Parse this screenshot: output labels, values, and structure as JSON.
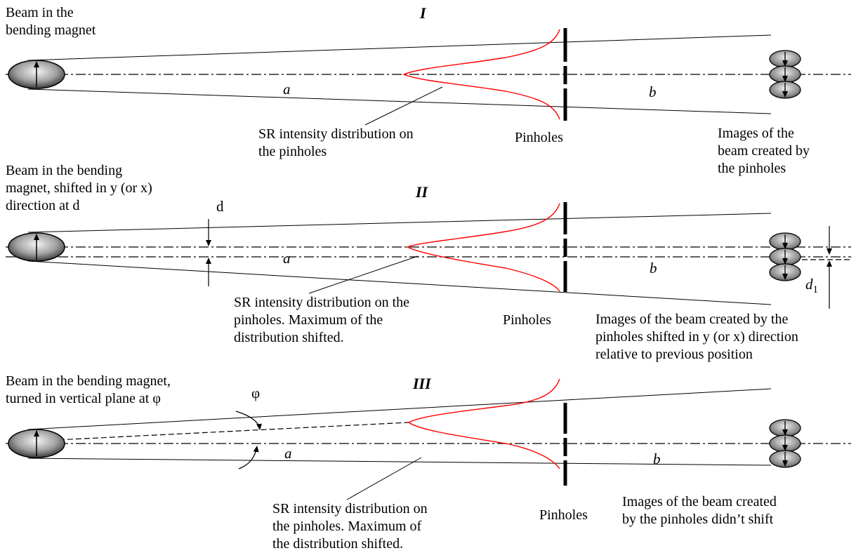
{
  "panels": [
    {
      "id": "I",
      "title": "I",
      "source_label": [
        "Beam in the",
        "bending magnet"
      ],
      "var_a": "a",
      "var_b": "b",
      "sr_label": [
        "SR intensity distribution on",
        "the pinholes"
      ],
      "pinholes_label": "Pinholes",
      "images_label": [
        "Images of the",
        "beam created by",
        "the pinholes"
      ]
    },
    {
      "id": "II",
      "title": "II",
      "source_label": [
        "Beam in the bending",
        "magnet, shifted in y (or x)",
        "direction at d"
      ],
      "shift_symbol": "d",
      "var_a": "a",
      "var_b": "b",
      "image_shift_symbol": "d",
      "image_shift_subscript": "1",
      "sr_label": [
        "SR intensity distribution on the",
        "pinholes. Maximum of the",
        "distribution shifted."
      ],
      "pinholes_label": "Pinholes",
      "images_label": [
        "Images of the beam created by the",
        "pinholes shifted in y (or x) direction",
        "relative to previous position"
      ]
    },
    {
      "id": "III",
      "title": "III",
      "source_label": [
        "Beam in the bending magnet,",
        "turned in vertical plane at φ"
      ],
      "angle_symbol": "φ",
      "var_a": "a",
      "var_b": "b",
      "sr_label": [
        "SR intensity distribution on",
        "the pinholes. Maximum of",
        "the distribution shifted."
      ],
      "pinholes_label": "Pinholes",
      "images_label": [
        "Images of the beam created",
        "by the pinholes didn’t shift"
      ]
    }
  ],
  "colors": {
    "distribution": "#ff0000",
    "line": "#000000",
    "beam_light": "#f0f0f0",
    "beam_dark": "#404040"
  }
}
